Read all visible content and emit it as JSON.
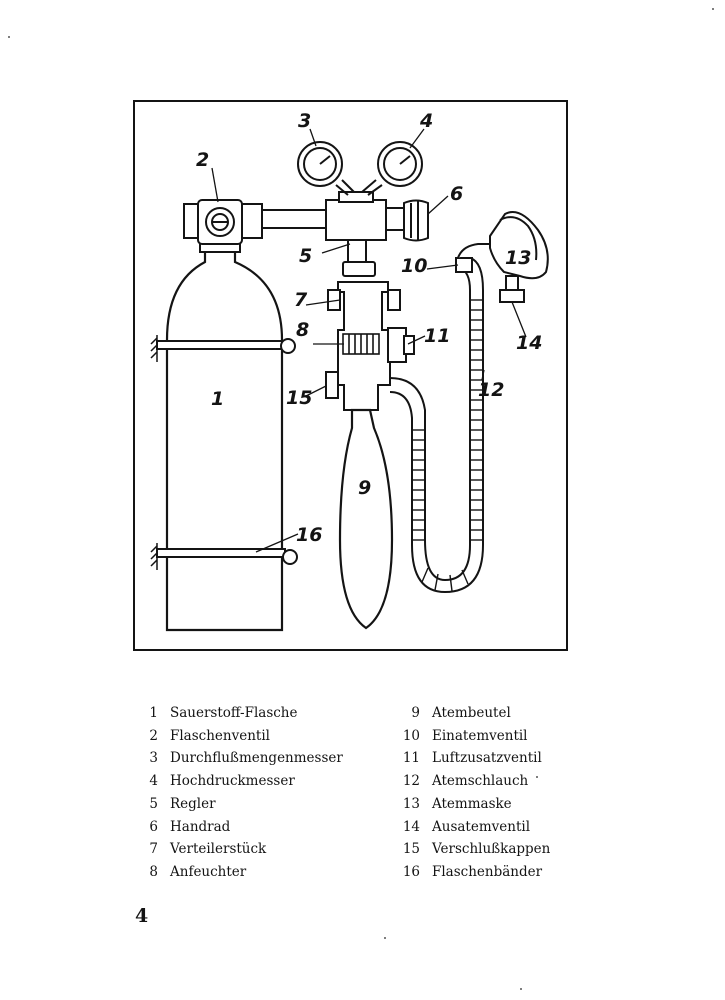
{
  "figure": {
    "callouts": [
      "1",
      "2",
      "3",
      "4",
      "5",
      "6",
      "7",
      "8",
      "9",
      "10",
      "11",
      "12",
      "13",
      "14",
      "15",
      "16"
    ]
  },
  "legend": {
    "left": [
      {
        "num": "1",
        "label": "Sauerstoff-Flasche"
      },
      {
        "num": "2",
        "label": "Flaschenventil"
      },
      {
        "num": "3",
        "label": "Durchflußmengenmesser"
      },
      {
        "num": "4",
        "label": "Hochdruckmesser"
      },
      {
        "num": "5",
        "label": "Regler"
      },
      {
        "num": "6",
        "label": "Handrad"
      },
      {
        "num": "7",
        "label": "Verteilerstück"
      },
      {
        "num": "8",
        "label": "Anfeuchter"
      }
    ],
    "right": [
      {
        "num": "9",
        "label": "Atembeutel"
      },
      {
        "num": "10",
        "label": "Einatemventil"
      },
      {
        "num": "11",
        "label": "Luftzusatzventil"
      },
      {
        "num": "12",
        "label": "Atemschlauch"
      },
      {
        "num": "13",
        "label": "Atemmaske"
      },
      {
        "num": "14",
        "label": "Ausatemventil"
      },
      {
        "num": "15",
        "label": "Verschlußkappen"
      },
      {
        "num": "16",
        "label": "Flaschenbänder"
      }
    ]
  },
  "page_number": "4"
}
